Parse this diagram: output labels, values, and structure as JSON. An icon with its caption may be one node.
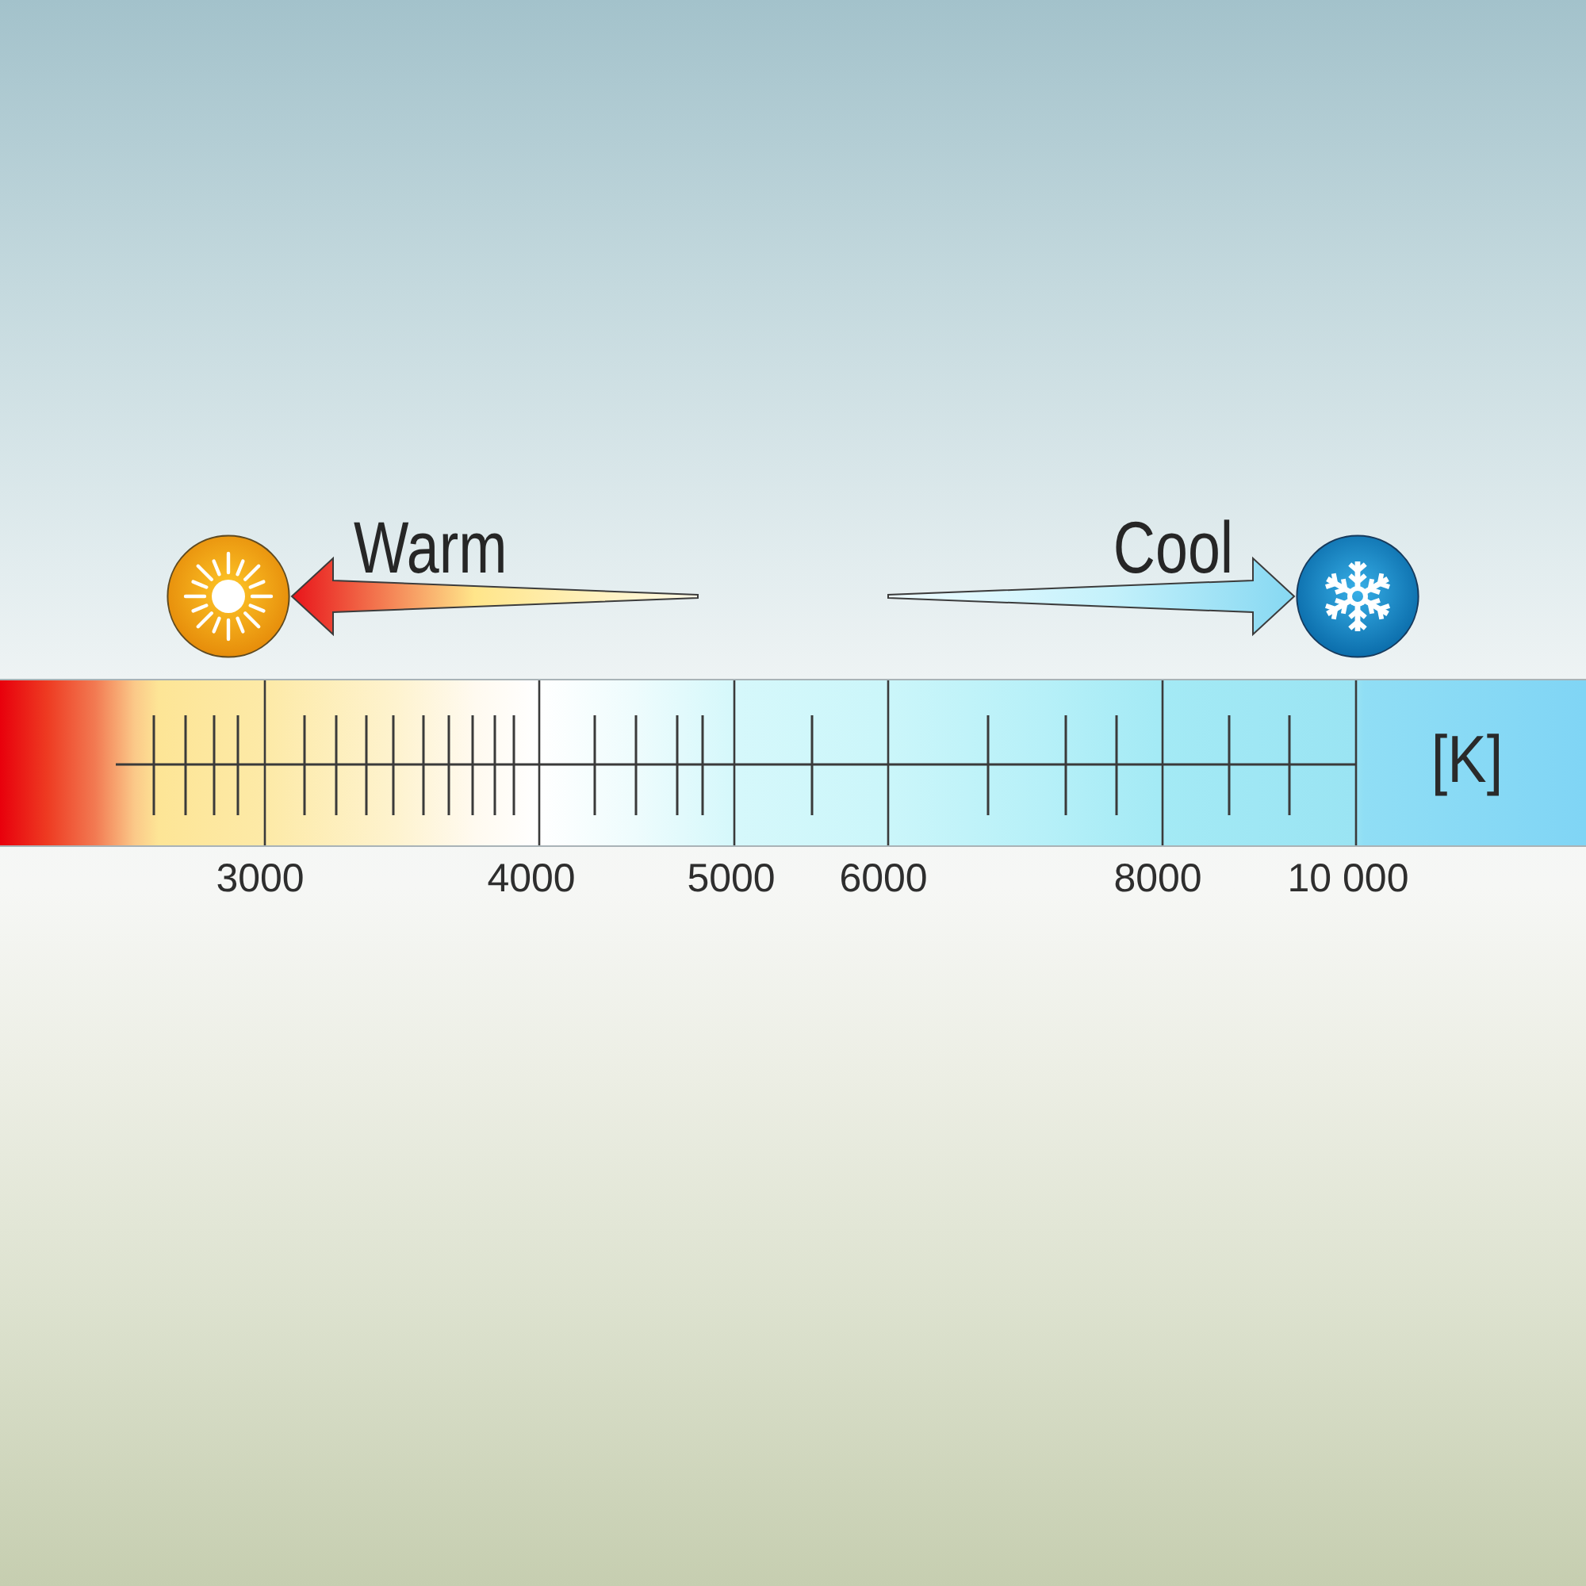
{
  "diagram": {
    "nodes": [
      {
        "text": [],
        "shape": "picture"
      },
      {
        "text": [],
        "shape": "picture"
      },
      {
        "text": [
          "[K]"
        ],
        "beside": [
          "3000",
          "4000",
          "5000",
          "6000",
          "8000",
          "10 000"
        ]
      }
    ],
    "edges": [
      {
        "from": null,
        "to": 0,
        "arrow": "to",
        "label": "Warm",
        "color": "#e8141a"
      },
      {
        "from": null,
        "to": 1,
        "arrow": "to",
        "label": "Cool",
        "color": "#86d8f2"
      }
    ]
  }
}
